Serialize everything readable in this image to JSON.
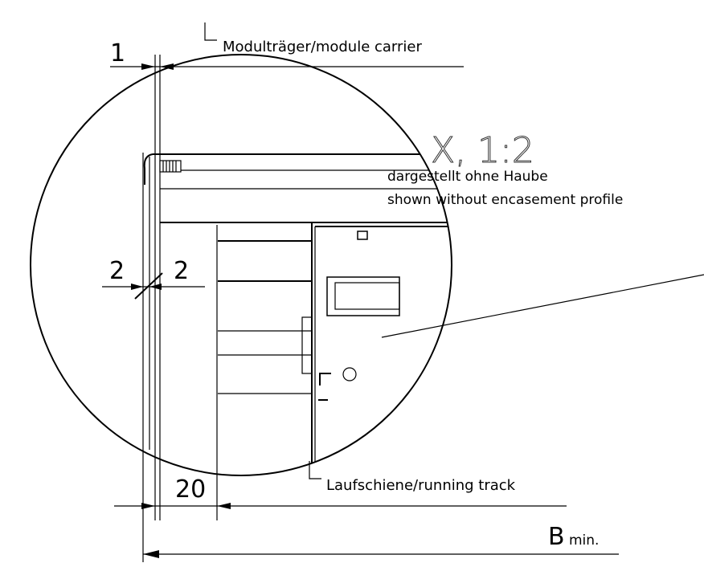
{
  "drawing": {
    "top_dimension": "1",
    "module_carrier_label": "Modulträger/module carrier",
    "detail_label": "X, 1:2",
    "note_de": "dargestellt ohne Haube",
    "note_en": "shown without encasement profile",
    "left_dim_a": "2",
    "left_dim_b": "2",
    "bottom_dimension": "20",
    "running_track_label": "Laufschiene/running track",
    "bmin_label": "B",
    "bmin_suffix": "min."
  }
}
